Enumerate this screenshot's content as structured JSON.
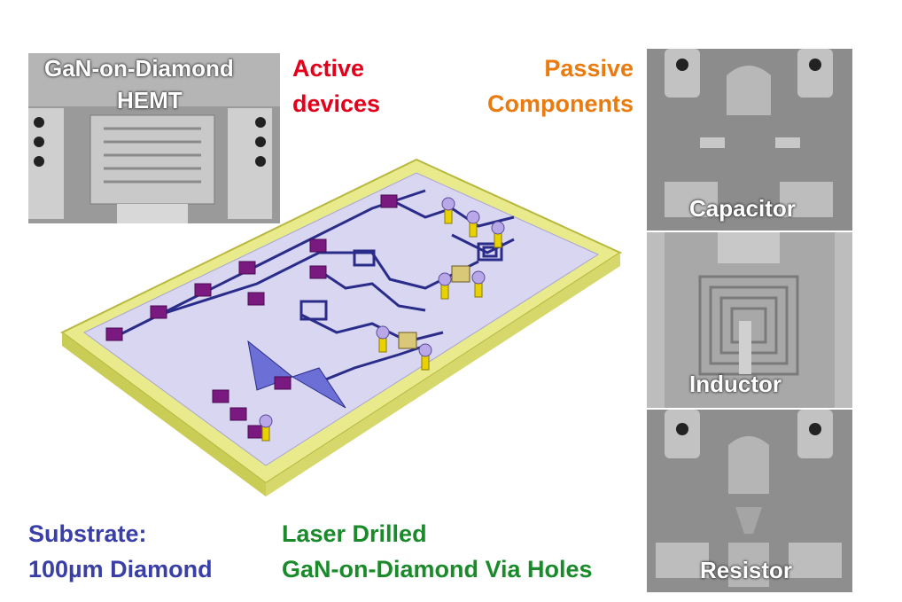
{
  "labels": {
    "hemt_line1": "GaN-on-Diamond",
    "hemt_line2": "HEMT",
    "active_line1": "Active",
    "active_line2": "devices",
    "passive_line1": "Passive",
    "passive_line2": "Components",
    "substrate_line1": "Substrate:",
    "substrate_line2": "100µm Diamond",
    "via_line1": "Laser Drilled",
    "via_line2": "GaN-on-Diamond Via Holes",
    "capacitor": "Capacitor",
    "inductor": "Inductor",
    "resistor": "Resistor"
  },
  "colors": {
    "active": "#e3001b",
    "passive": "#e97b10",
    "substrate": "#3a3fa8",
    "via": "#1a8a2a",
    "chip_frame": "#e8ea8c",
    "chip_surface": "#d9d6f2",
    "trace": "#2a2c8a",
    "pad": "#7a1a80"
  },
  "icons": {
    "hemt_photo": "sem-micrograph-icon",
    "capacitor_photo": "sem-micrograph-icon",
    "inductor_photo": "sem-micrograph-icon",
    "resistor_photo": "sem-micrograph-icon",
    "chip": "mmic-chip-diagram"
  }
}
